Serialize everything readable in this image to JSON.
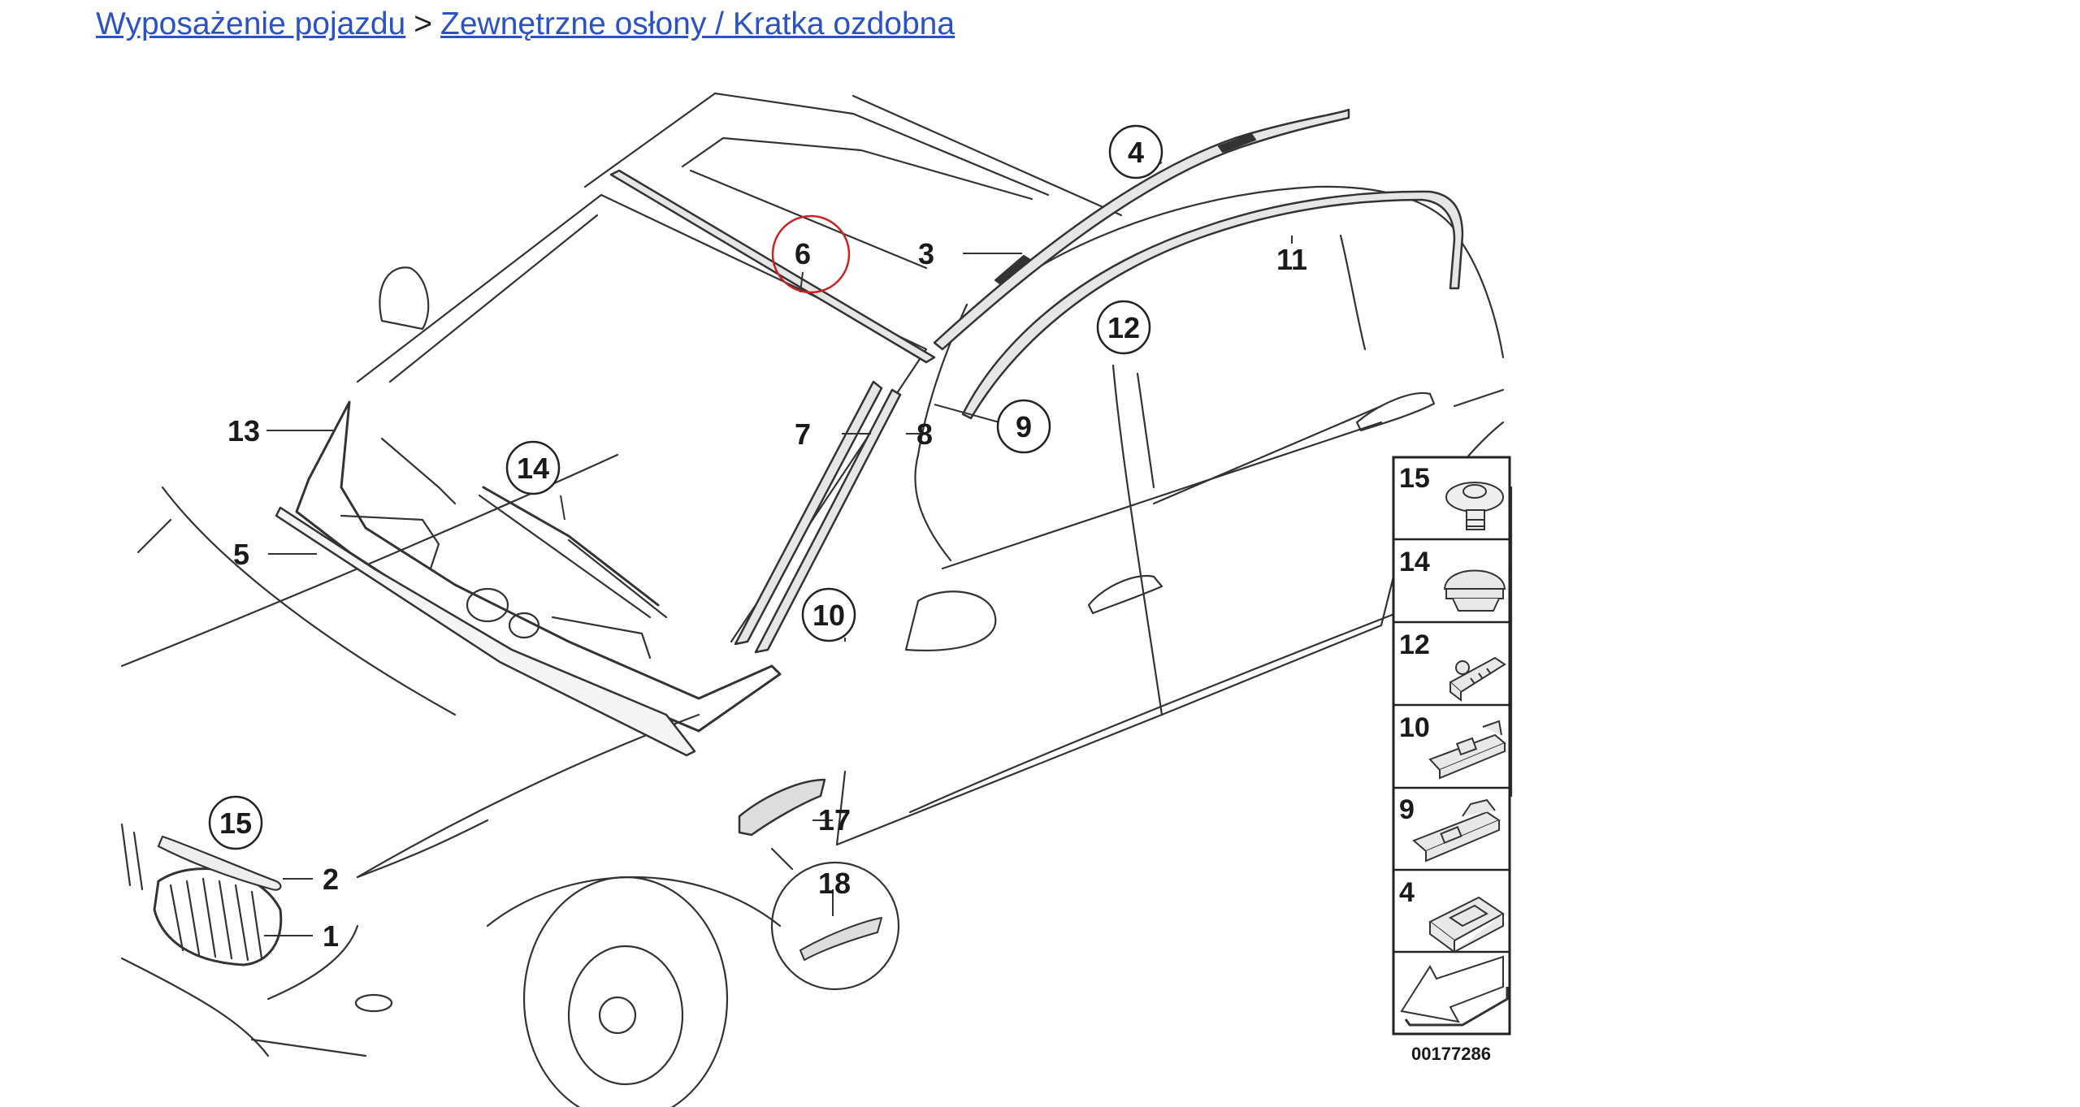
{
  "breadcrumb": {
    "root_label": "Wyposażenie pojazdu",
    "separator": ">",
    "current_label": "Zewnętrzne osłony / Kratka ozdobna"
  },
  "diagram": {
    "callouts": {
      "c1": "1",
      "c2": "2",
      "c3": "3",
      "c4": "4",
      "c5": "5",
      "c6": "6",
      "c7": "7",
      "c8": "8",
      "c9": "9",
      "c10": "10",
      "c11": "11",
      "c12": "12",
      "c13": "13",
      "c14": "14",
      "c15": "15",
      "c17": "17",
      "c18": "18"
    },
    "highlighted_callout": "6",
    "highlight_color": "#cc2222",
    "reference_number": "00177286"
  },
  "legend": {
    "items": [
      "15",
      "14",
      "12",
      "10",
      "9",
      "4"
    ]
  }
}
